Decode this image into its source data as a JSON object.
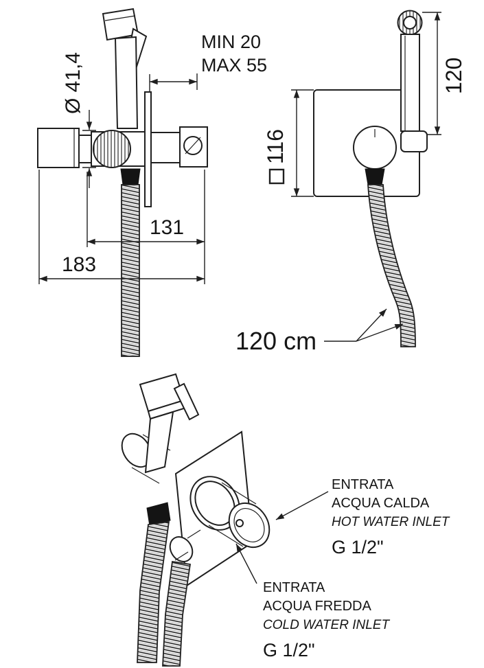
{
  "drawing": {
    "type": "technical-installation-drawing",
    "product": "wall-mounted bidet hand shower set"
  },
  "side_view": {
    "diameter_label": "Ø 41,4",
    "min_label": "MIN 20",
    "max_label": "MAX 55",
    "inner_width": "131",
    "outer_width": "183"
  },
  "front_view": {
    "plate_size": "116",
    "shower_height": "120",
    "hose_length": "120 cm"
  },
  "iso_view": {
    "hot_inlet": {
      "line1": "ENTRATA",
      "line2": "ACQUA CALDA",
      "line3": "HOT WATER INLET",
      "thread": "G 1/2\""
    },
    "cold_inlet": {
      "line1": "ENTRATA",
      "line2": "ACQUA FREDDA",
      "line3": "COLD WATER INLET",
      "thread": "G 1/2\""
    }
  },
  "colors": {
    "line": "#1f1f1f",
    "background": "#ffffff"
  }
}
